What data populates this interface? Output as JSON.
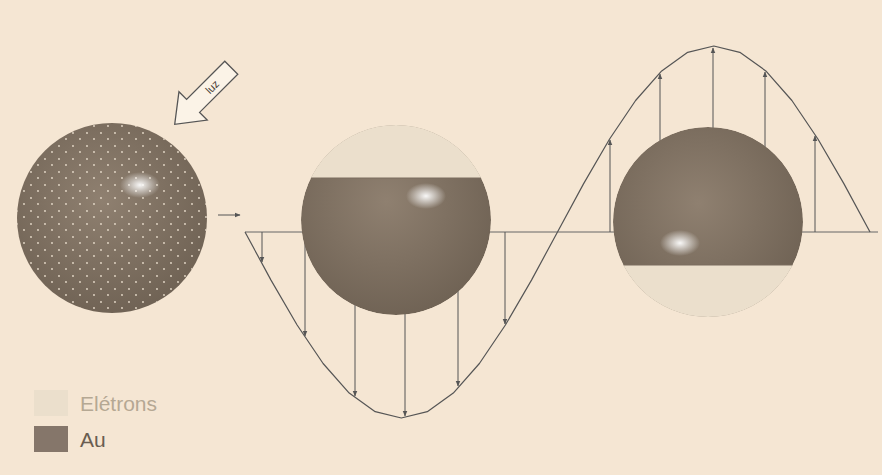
{
  "diagram": {
    "nodes": [
      {
        "text": [
          "luz"
        ]
      }
    ],
    "edges": [],
    "legend": [
      {
        "text": "Elétrons",
        "color": "#ebdfcc"
      },
      {
        "text": "Au",
        "color": "#85766a"
      }
    ]
  }
}
